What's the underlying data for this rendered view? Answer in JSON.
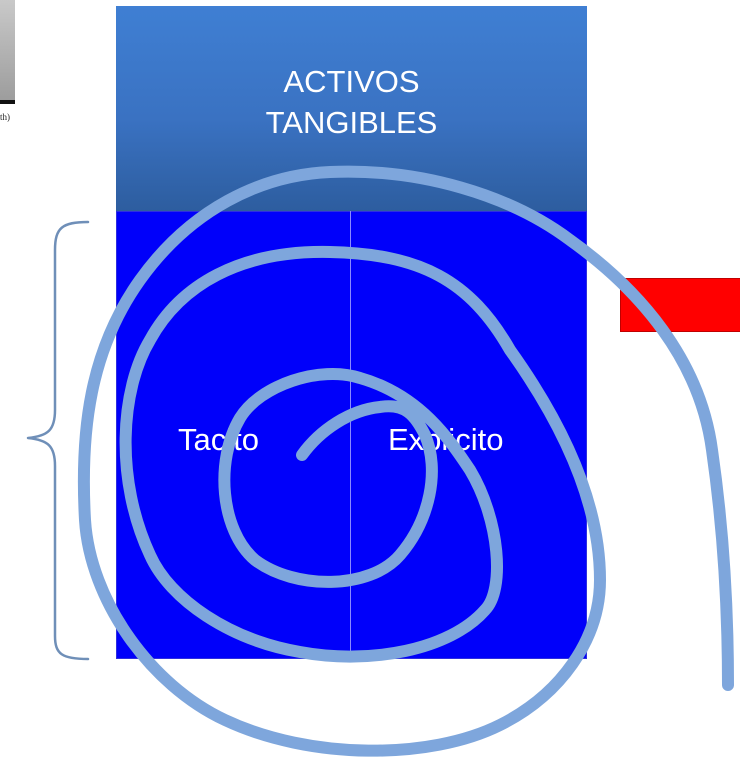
{
  "diagram": {
    "top_box": {
      "title_line1": "ACTIVOS",
      "title_line2": "TANGIBLES"
    },
    "bottom_box": {
      "left_label": "Tacito",
      "right_label": "Explicito"
    },
    "colors": {
      "top_box": "#3a72c2",
      "bottom_box": "#0000fa",
      "spiral": "#7ea6dc",
      "brace": "#6f8fb8",
      "red_rect": "#ff0000"
    },
    "thumbnail_caption": "th)"
  }
}
